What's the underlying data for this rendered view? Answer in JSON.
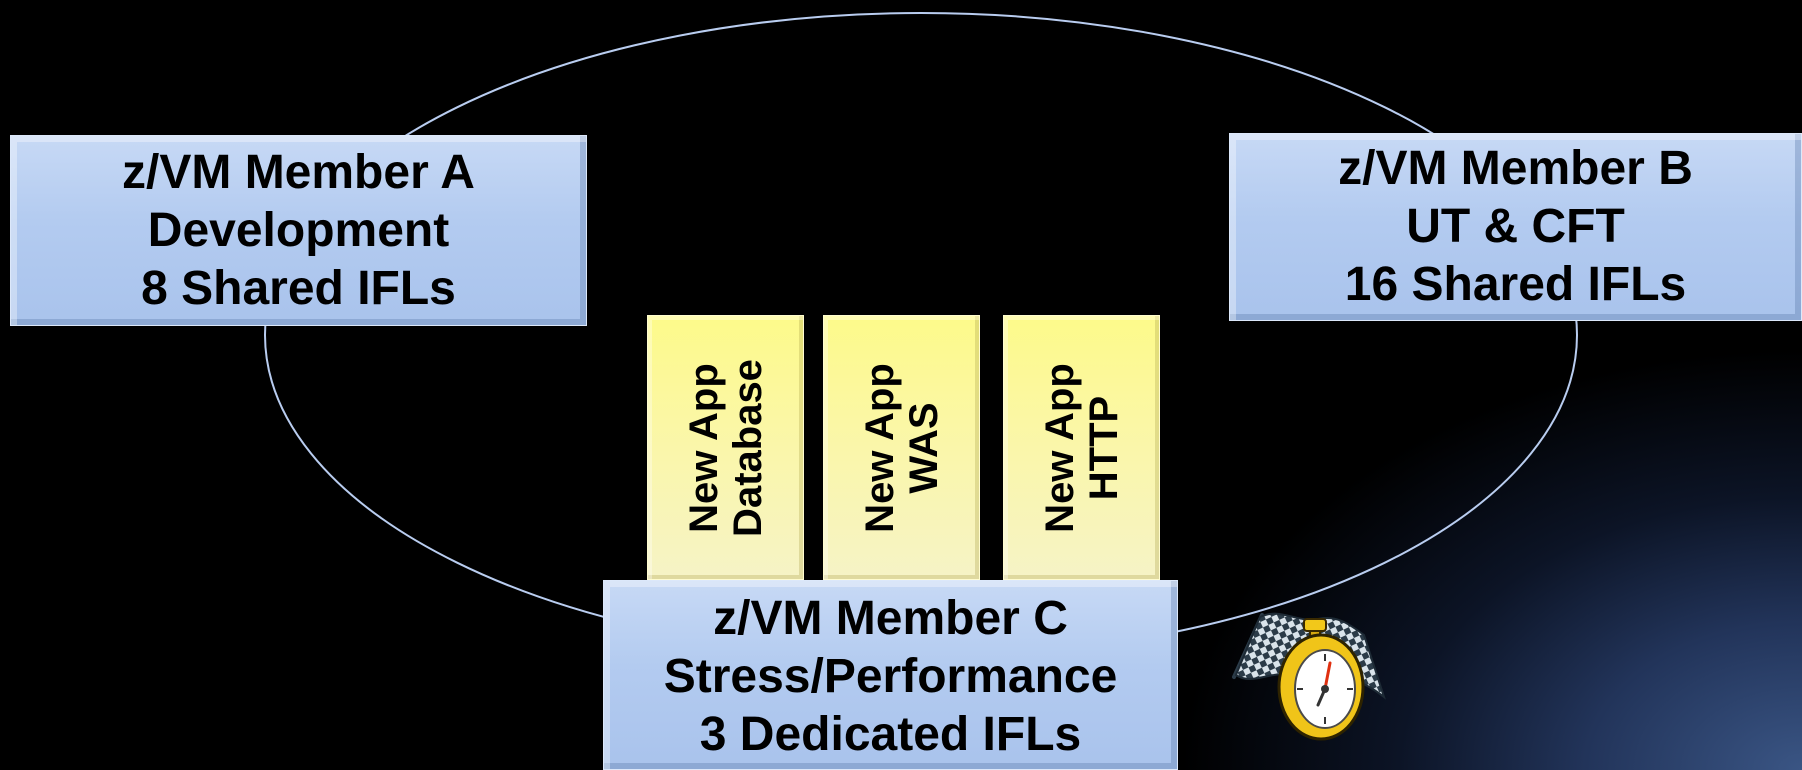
{
  "members": {
    "a": {
      "lines": [
        "z/VM Member A",
        "Development",
        "8 Shared IFLs"
      ]
    },
    "b": {
      "lines": [
        "z/VM Member B",
        "UT & CFT",
        "16 Shared IFLs"
      ]
    },
    "c": {
      "lines": [
        "z/VM Member C",
        "Stress/Performance",
        "3 Dedicated IFLs"
      ]
    }
  },
  "apps": {
    "database": {
      "lines": [
        "New App",
        "Database"
      ]
    },
    "was": {
      "lines": [
        "New App",
        "WAS"
      ]
    },
    "http": {
      "lines": [
        "New App",
        "HTTP"
      ]
    }
  },
  "icons": {
    "ring": "cluster-ring",
    "clip_art": "stopwatch-checkered-flag-icon"
  },
  "colors": {
    "background": "#000000",
    "ring_stroke": "#b9cdf0",
    "member_fill": "#b3cbf0",
    "app_fill": "#fbf7a4",
    "text": "#000000"
  }
}
